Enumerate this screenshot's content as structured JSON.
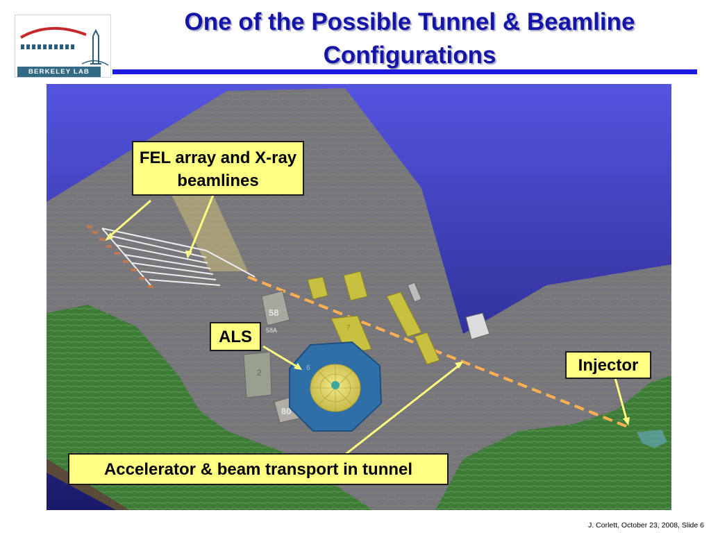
{
  "slide": {
    "title_line1": "One of the Possible Tunnel & Beamline",
    "title_line2": "Configurations",
    "footer": "J. Corlett, October 23, 2008, Slide 6"
  },
  "logo": {
    "text": "BERKELEY LAB"
  },
  "figure": {
    "callouts": {
      "fel": "FEL array and X-ray beamlines",
      "als": "ALS",
      "injector": "Injector",
      "accelerator": "Accelerator & beam transport in tunnel"
    },
    "building_labels": {
      "b58": "58",
      "b58a": "58A",
      "b2": "2",
      "b80": "80",
      "b6": "6",
      "b7": "7"
    }
  },
  "colors": {
    "title": "#1414a8",
    "rule": "#1a1ae0",
    "callout_fill": "#ffff82",
    "tunnel_dash": "#ffb050",
    "terrain": "#7a7a80",
    "grass": "#3e7a38",
    "sky_top": "#5454e0",
    "sky_bottom": "#1a1a6a"
  }
}
